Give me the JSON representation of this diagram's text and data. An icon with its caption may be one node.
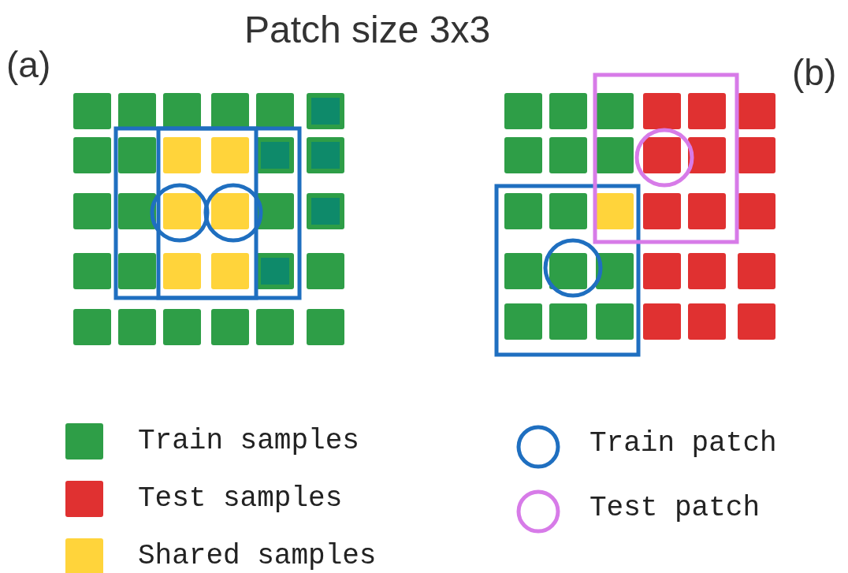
{
  "diagram": {
    "title": "Patch size 3x3",
    "labels": [
      "(a)",
      "(b)"
    ],
    "legend": [
      {
        "text": "Train samples",
        "color": "#2e9e47"
      },
      {
        "text": "Test samples",
        "color": "#e03131"
      },
      {
        "text": "Shared samples",
        "color": "#ffd43b"
      },
      {
        "text": "Train patch"
      },
      {
        "text": "Test patch"
      }
    ]
  }
}
